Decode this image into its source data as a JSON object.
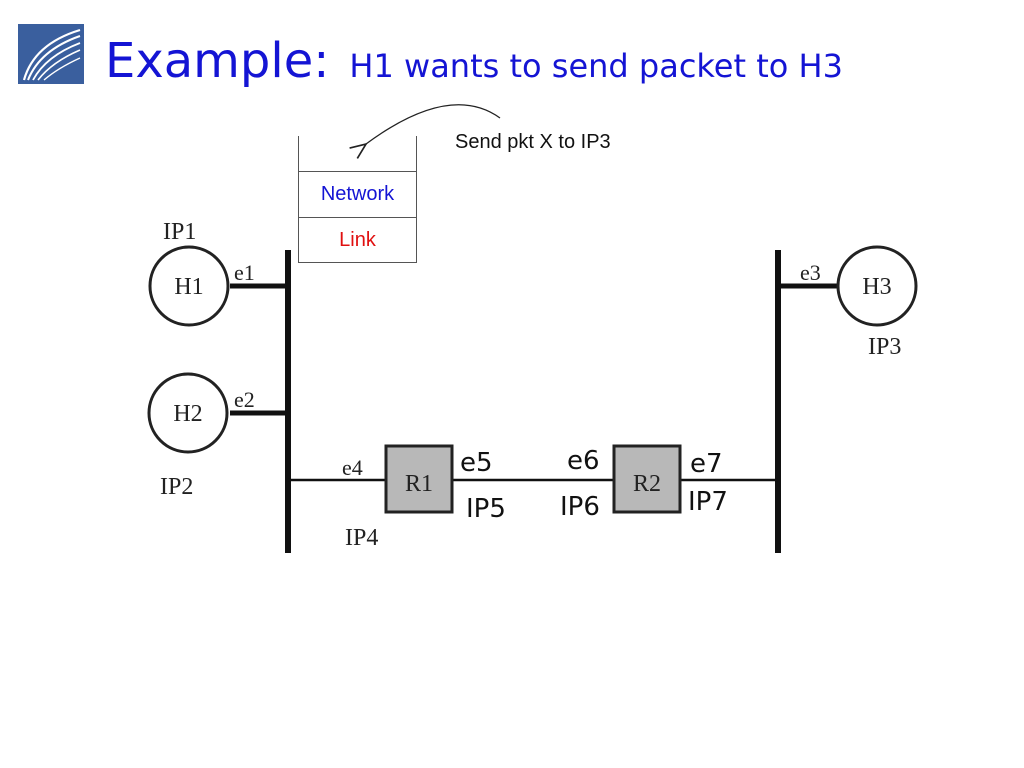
{
  "slide": {
    "title_main": "Example:",
    "title_sub": "H1 wants to send packet to H3",
    "instruction": "Send pkt X to IP3",
    "logo_icon": "curved-lines-logo-icon"
  },
  "stack": {
    "network_label": "Network",
    "link_label": "Link"
  },
  "hosts": {
    "h1": {
      "label": "H1",
      "ip": "IP1",
      "iface": "e1"
    },
    "h2": {
      "label": "H2",
      "ip": "IP2",
      "iface": "e2"
    },
    "h3": {
      "label": "H3",
      "ip": "IP3",
      "iface": "e3"
    }
  },
  "routers": {
    "r1": {
      "label": "R1",
      "left_iface": "e4",
      "left_ip": "IP4",
      "right_iface": "e5",
      "right_ip": "IP5"
    },
    "r2": {
      "label": "R2",
      "left_iface": "e6",
      "left_ip": "IP6",
      "right_iface": "e7",
      "right_ip": "IP7"
    }
  },
  "colors": {
    "title": "#1414d4",
    "network": "#1414d4",
    "link": "#e01010",
    "router_fill": "#b8b8b8"
  }
}
